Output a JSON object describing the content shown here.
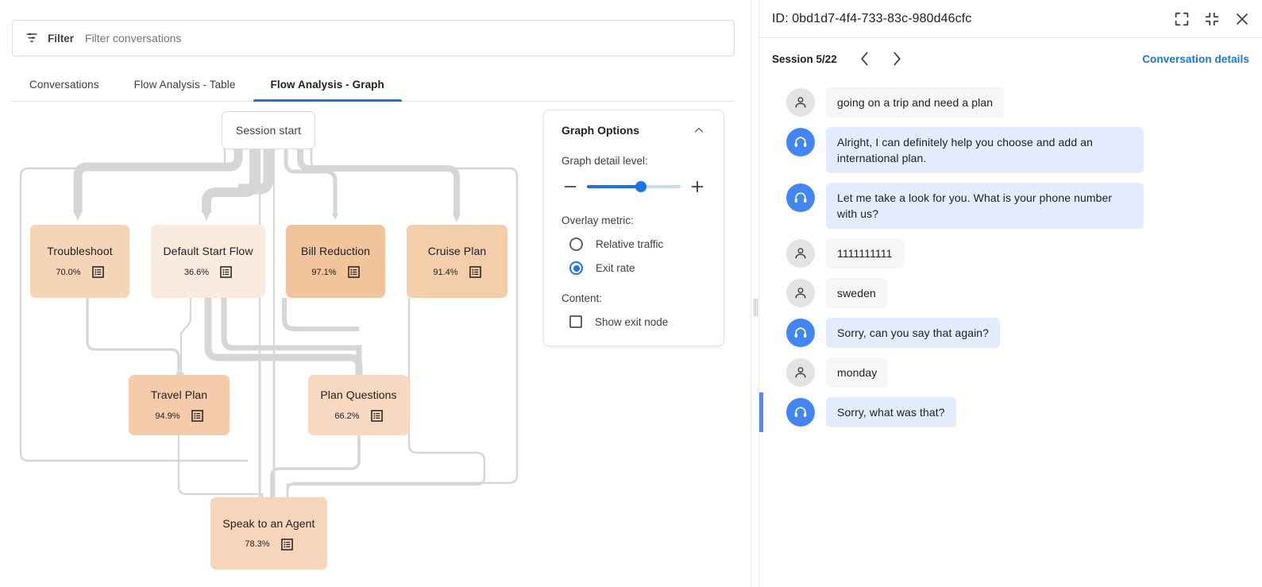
{
  "filter": {
    "label": "Filter",
    "placeholder": "Filter conversations",
    "value": "",
    "icon": "filter-icon"
  },
  "tabs": [
    {
      "label": "Conversations",
      "active": false
    },
    {
      "label": "Flow Analysis - Table",
      "active": false
    },
    {
      "label": "Flow Analysis - Graph",
      "active": true
    }
  ],
  "graph": {
    "start_node": {
      "label": "Session start"
    },
    "nodes": [
      {
        "id": "troubleshoot",
        "label": "Troubleshoot",
        "metric": "70.0%",
        "color": "#f5d4b8"
      },
      {
        "id": "default-start-flow",
        "label": "Default Start Flow",
        "metric": "36.6%",
        "color": "#fbeade"
      },
      {
        "id": "bill-reduction",
        "label": "Bill Reduction",
        "metric": "97.1%",
        "color": "#f1c49c"
      },
      {
        "id": "cruise-plan",
        "label": "Cruise Plan",
        "metric": "91.4%",
        "color": "#f4cdab"
      },
      {
        "id": "travel-plan",
        "label": "Travel Plan",
        "metric": "94.9%",
        "color": "#f4ccab"
      },
      {
        "id": "plan-questions",
        "label": "Plan Questions",
        "metric": "66.2%",
        "color": "#f7d9c1"
      },
      {
        "id": "speak-to-an-agent",
        "label": "Speak to an Agent",
        "metric": "78.3%",
        "color": "#f6d5ba"
      }
    ],
    "edge_color": "#d6d6d6",
    "node_icon": "list-icon"
  },
  "options_panel": {
    "title": "Graph Options",
    "collapse_icon": "chevron-up-icon",
    "detail_level": {
      "label": "Graph detail level:",
      "value": 58,
      "min_icon": "minus-icon",
      "max_icon": "plus-icon"
    },
    "overlay_metric": {
      "label": "Overlay metric:",
      "options": [
        {
          "label": "Relative traffic",
          "selected": false
        },
        {
          "label": "Exit rate",
          "selected": true
        }
      ]
    },
    "content": {
      "label": "Content:",
      "options": [
        {
          "label": "Show exit node",
          "checked": false
        }
      ]
    },
    "accent": "#1a73e8"
  },
  "right_panel": {
    "id_label": "ID: 0bd1d7-4f4-733-83c-980d46cfc",
    "header_icons": [
      "fullscreen-icon",
      "collapse-icon",
      "close-icon"
    ],
    "session_label": "Session 5/22",
    "prev_icon": "chevron-left-icon",
    "next_icon": "chevron-right-icon",
    "conversation_details_label": "Conversation details",
    "messages": [
      {
        "role": "user",
        "text": "going on a trip and need a plan",
        "highlight": false
      },
      {
        "role": "bot",
        "text": "Alright, I can definitely help you choose and add an international plan.",
        "highlight": false
      },
      {
        "role": "bot",
        "text": "Let me take a look for you. What is your phone number with us?",
        "highlight": false
      },
      {
        "role": "user",
        "text": "1111111111",
        "highlight": false
      },
      {
        "role": "user",
        "text": "sweden",
        "highlight": false
      },
      {
        "role": "bot",
        "text": "Sorry, can you say that again?",
        "highlight": false
      },
      {
        "role": "user",
        "text": "monday",
        "highlight": false
      },
      {
        "role": "bot",
        "text": "Sorry, what was that?",
        "highlight": true
      }
    ]
  }
}
